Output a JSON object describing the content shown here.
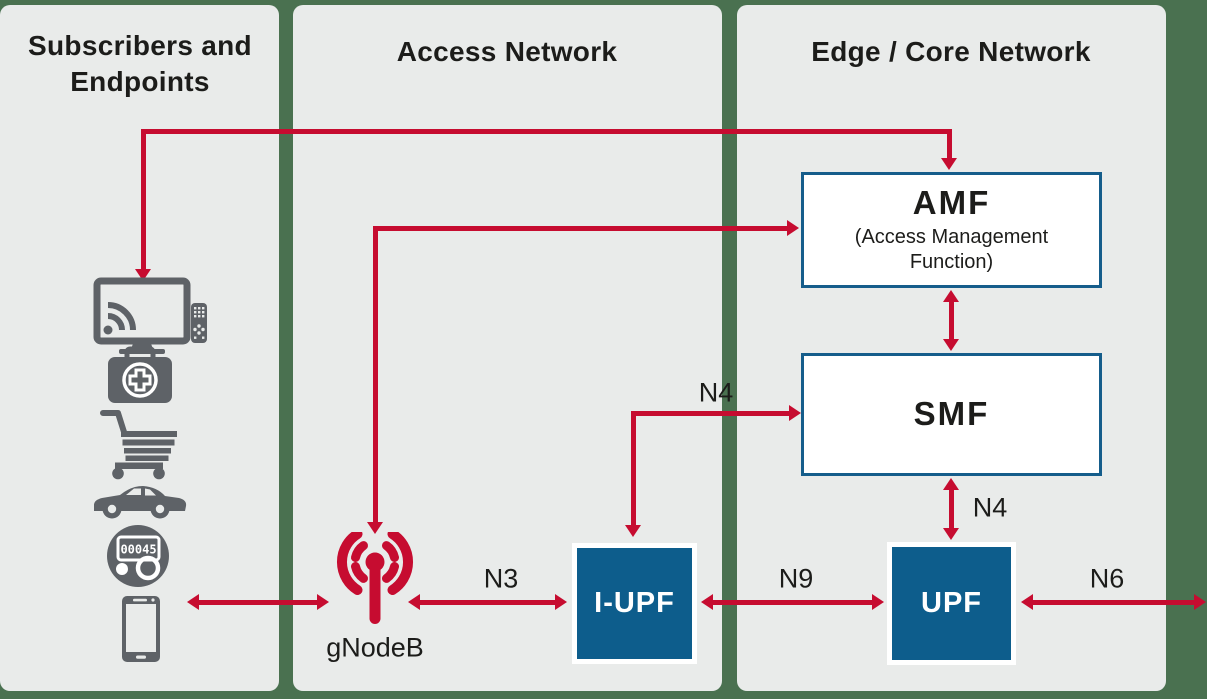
{
  "colors": {
    "background_green": "#4a7150",
    "panel_gray": "#e9ebea",
    "arrow_red": "#c60c30",
    "node_blue_fill": "#0d5d8c",
    "node_blue_border": "#155d8b",
    "icon_gray": "#5e6267",
    "text_dark": "#1c1c1a"
  },
  "columns": [
    {
      "title": "Subscribers and Endpoints"
    },
    {
      "title": "Access Network"
    },
    {
      "title": "Edge / Core Network"
    }
  ],
  "nodes": {
    "amf": {
      "title": "AMF",
      "subtitle": "(Access Management Function)"
    },
    "smf": {
      "title": "SMF"
    },
    "iupf": {
      "title": "I-UPF"
    },
    "upf": {
      "title": "UPF"
    },
    "gnodeb": {
      "label": "gNodeB"
    }
  },
  "interfaces": {
    "n3": "N3",
    "n4_iupf_smf": "N4",
    "n4_smf_upf": "N4",
    "n9": "N9",
    "n6": "N6"
  },
  "devices": {
    "meter_reading": "00045",
    "icons": [
      "smart-tv-with-remote-icon",
      "medical-kit-icon",
      "shopping-cart-icon",
      "car-icon",
      "smart-meter-icon",
      "smartphone-icon"
    ]
  },
  "edges": [
    {
      "from": "endpoint-devices",
      "to": "AMF",
      "label": "",
      "bidirectional": true
    },
    {
      "from": "gNodeB",
      "to": "AMF",
      "label": "",
      "bidirectional": true
    },
    {
      "from": "AMF",
      "to": "SMF",
      "label": "",
      "bidirectional": true
    },
    {
      "from": "I-UPF",
      "to": "SMF",
      "label": "N4",
      "bidirectional": true
    },
    {
      "from": "SMF",
      "to": "UPF",
      "label": "N4",
      "bidirectional": true
    },
    {
      "from": "smartphone",
      "to": "gNodeB",
      "label": "",
      "bidirectional": true
    },
    {
      "from": "gNodeB",
      "to": "I-UPF",
      "label": "N3",
      "bidirectional": true
    },
    {
      "from": "I-UPF",
      "to": "UPF",
      "label": "N9",
      "bidirectional": true
    },
    {
      "from": "UPF",
      "to": "external-data-network",
      "label": "N6",
      "bidirectional": true
    }
  ]
}
